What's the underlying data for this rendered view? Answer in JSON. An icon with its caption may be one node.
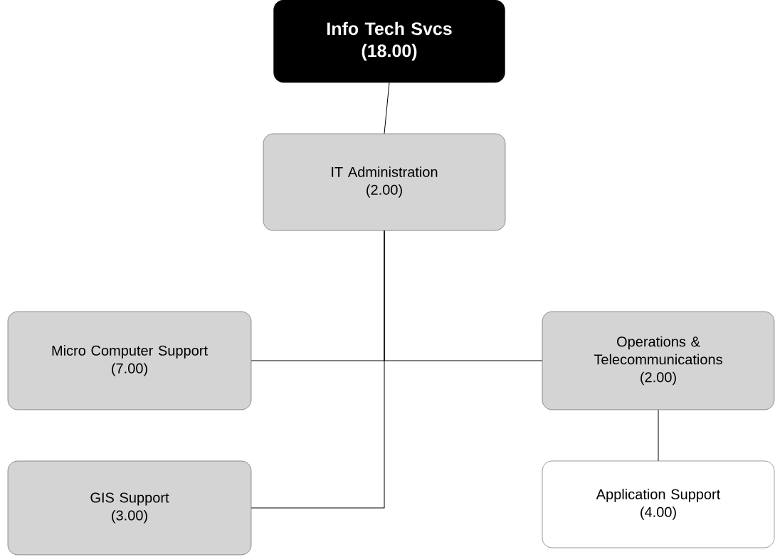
{
  "diagram": {
    "nodes": [
      {
        "text": [
          "Info Tech Svcs",
          "(18.00)"
        ]
      },
      {
        "text": [
          "IT Administration",
          "(2.00)"
        ]
      },
      {
        "text": [
          "Micro Computer Support",
          "(7.00)"
        ]
      },
      {
        "text": [
          "Operations & Telecommunications",
          "(2.00)"
        ]
      },
      {
        "text": [
          "GIS Support",
          "(3.00)"
        ]
      },
      {
        "text": [
          "Application Support",
          "(4.00)"
        ]
      }
    ],
    "edges": [
      {
        "from": 0,
        "to": 1,
        "arrow": "none"
      },
      {
        "from": 1,
        "to": 2,
        "arrow": "none"
      },
      {
        "from": 1,
        "to": 3,
        "arrow": "none"
      },
      {
        "from": 1,
        "to": 4,
        "arrow": "none"
      },
      {
        "from": 3,
        "to": 5,
        "arrow": "none"
      }
    ]
  }
}
